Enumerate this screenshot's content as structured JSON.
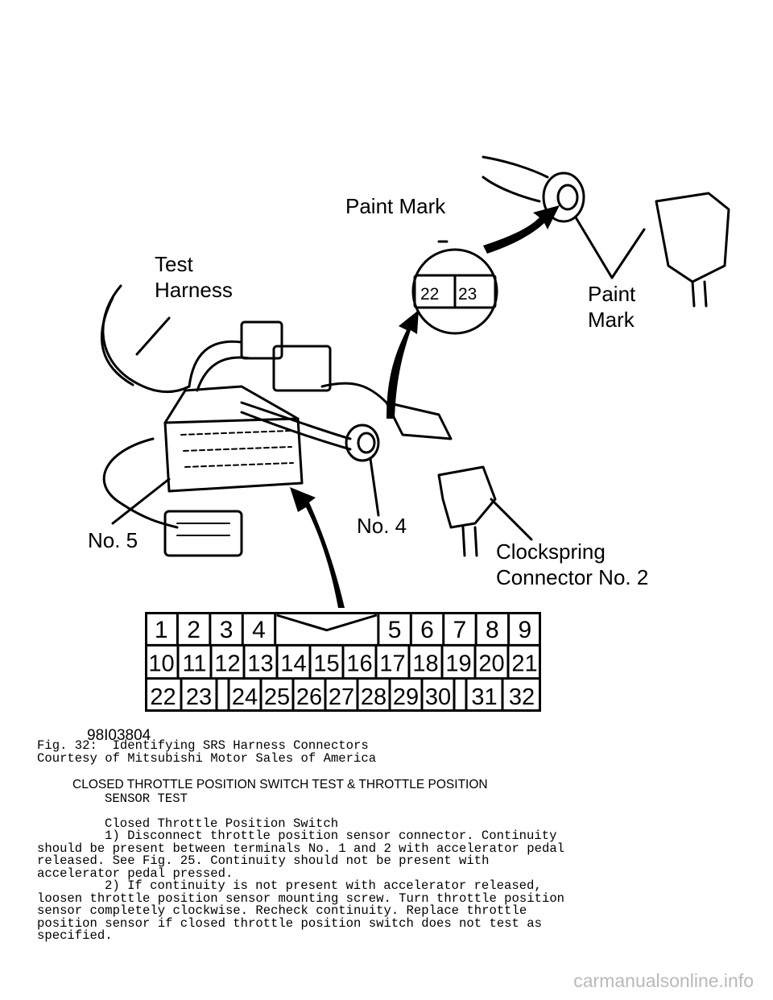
{
  "diagram": {
    "labels": {
      "paint_mark_top": "Paint Mark",
      "test": "Test",
      "harness": "Harness",
      "paint": "Paint",
      "mark": "Mark",
      "no5": "No. 5",
      "no4": "No. 4",
      "clockspring": "Clockspring",
      "connector_no2": "Connector No. 2",
      "pin_a": "22",
      "pin_b": "23",
      "figure_id": "98I03804"
    },
    "terminals": {
      "row1": [
        "1",
        "2",
        "3",
        "4",
        "",
        "5",
        "6",
        "7",
        "8",
        "9"
      ],
      "row2": [
        "10",
        "11",
        "12",
        "13",
        "14",
        "15",
        "16",
        "17",
        "18",
        "19",
        "20",
        "21"
      ],
      "row3": [
        "22",
        "23",
        "",
        "24",
        "25",
        "26",
        "27",
        "28",
        "29",
        "30",
        "",
        "31",
        "32"
      ]
    }
  },
  "text": {
    "caption_line1": "Fig. 32:  Identifying SRS Harness Connectors",
    "caption_line2": "Courtesy of Mitsubishi Motor Sales of America",
    "section_heading": "CLOSED THROTTLE POSITION SWITCH TEST & THROTTLE POSITION",
    "section_heading_cont": "SENSOR TEST",
    "subheading": "Closed Throttle Position Switch",
    "para1_lines": [
      "1) Disconnect throttle position sensor connector. Continuity",
      "should be present between terminals No. 1 and 2 with accelerator pedal",
      "released. See Fig. 25. Continuity should not be present with",
      "accelerator pedal pressed."
    ],
    "para2_lines": [
      "2) If continuity is not present with accelerator released,",
      "loosen throttle position sensor mounting screw. Turn throttle position",
      "sensor completely clockwise. Recheck continuity. Replace throttle",
      "position sensor if closed throttle position switch does not test as",
      "specified."
    ]
  },
  "watermark": "carmanualsonline.info"
}
